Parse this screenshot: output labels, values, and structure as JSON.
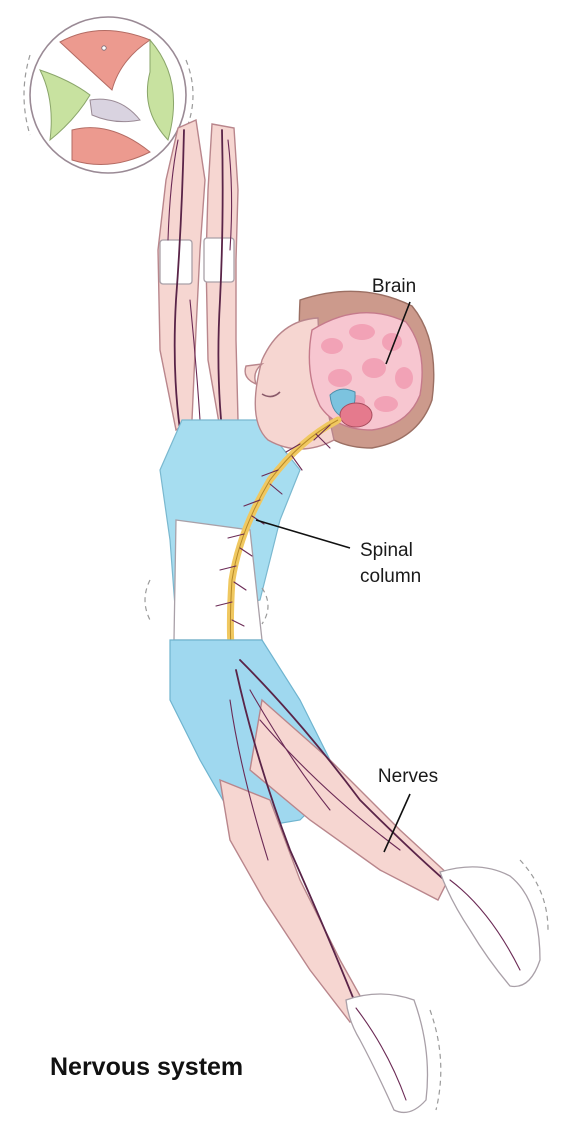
{
  "diagram": {
    "title": "Nervous system",
    "labels": {
      "brain": "Brain",
      "spinal_line1": "Spinal",
      "spinal_line2": "column",
      "nerves": "Nerves"
    }
  },
  "colors": {
    "skin": "#f6d6d1",
    "shirt": "#a6ddf0",
    "brain": "#f2a2b6",
    "spinal_cord": "#f0c860",
    "nerves": "#5a2448",
    "ball_red": "#ec9a8f",
    "ball_green": "#c8e2a0"
  }
}
